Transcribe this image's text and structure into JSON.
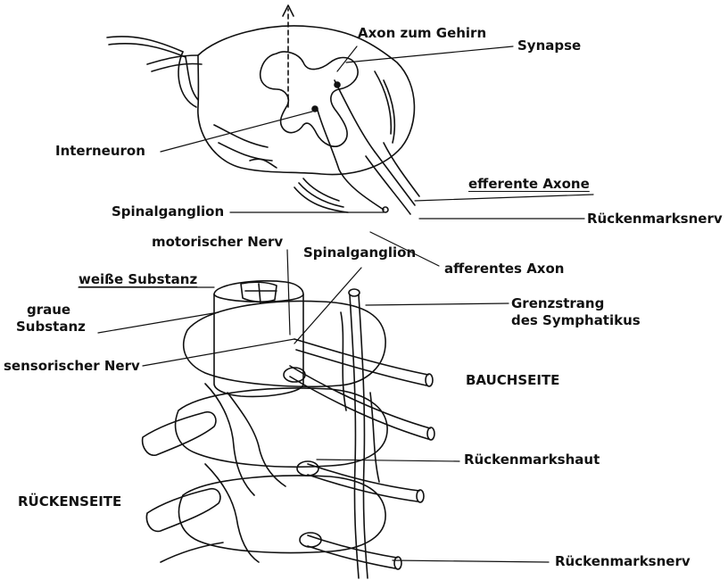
{
  "labels": {
    "axon_zum_gehirn": "Axon zum Gehirn",
    "synapse": "Synapse",
    "interneuron": "Interneuron",
    "efferente_axone": "efferente Axone",
    "spinalganglion_top": "Spinalganglion",
    "rueckenmarksnerv_top": "Rückenmarksnerv",
    "motorischer_nerv": "motorischer Nerv",
    "spinalganglion_mid": "Spinalganglion",
    "afferentes_axon": "afferentes Axon",
    "weisse_substanz": "weiße Substanz",
    "grenzstrang_1": "Grenzstrang",
    "grenzstrang_2": "des Symphatikus",
    "graue_1": "graue",
    "graue_2": "Substanz",
    "sensorischer_nerv": "sensorischer Nerv",
    "bauchseite": "BAUCHSEITE",
    "rueckenmarkshaut": "Rückenmarkshaut",
    "rueckenseite": "RÜCKENSEITE",
    "rueckenmarksnerv_bottom": "Rückenmarksnerv"
  },
  "colors": {
    "ink": "#111111",
    "background": "#ffffff"
  }
}
